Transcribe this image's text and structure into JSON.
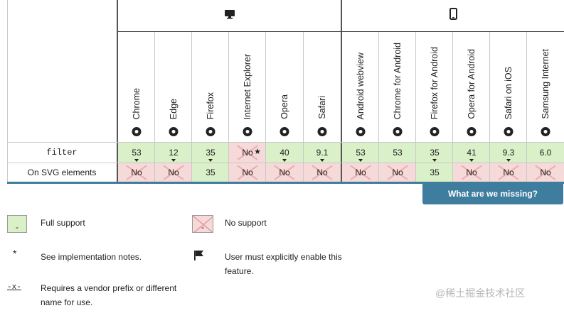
{
  "groups": [
    {
      "icon": "desktop-icon"
    },
    {
      "icon": "mobile-icon"
    }
  ],
  "browsers": [
    {
      "name": "Chrome",
      "icon": "chrome-icon"
    },
    {
      "name": "Edge",
      "icon": "edge-icon"
    },
    {
      "name": "Firefox",
      "icon": "firefox-icon"
    },
    {
      "name": "Internet Explorer",
      "icon": "ie-icon"
    },
    {
      "name": "Opera",
      "icon": "opera-icon"
    },
    {
      "name": "Safari",
      "icon": "safari-icon"
    },
    {
      "name": "Android webview",
      "icon": "android-icon"
    },
    {
      "name": "Chrome for Android",
      "icon": "chrome-icon"
    },
    {
      "name": "Firefox for Android",
      "icon": "firefox-icon"
    },
    {
      "name": "Opera for Android",
      "icon": "opera-icon"
    },
    {
      "name": "Safari on iOS",
      "icon": "safari-icon"
    },
    {
      "name": "Samsung Internet",
      "icon": "samsung-icon"
    }
  ],
  "rows": [
    {
      "label": "filter",
      "cells": [
        {
          "value": "53",
          "support": "yes",
          "note": false,
          "flag": true
        },
        {
          "value": "12",
          "support": "yes",
          "note": false,
          "flag": true
        },
        {
          "value": "35",
          "support": "yes",
          "note": false,
          "flag": true
        },
        {
          "value": "No",
          "support": "no",
          "note": true,
          "flag": false
        },
        {
          "value": "40",
          "support": "yes",
          "note": false,
          "flag": true
        },
        {
          "value": "9.1",
          "support": "yes",
          "note": false,
          "flag": true
        },
        {
          "value": "53",
          "support": "yes",
          "note": false,
          "flag": true
        },
        {
          "value": "53",
          "support": "yes",
          "note": false,
          "flag": false
        },
        {
          "value": "35",
          "support": "yes",
          "note": false,
          "flag": true
        },
        {
          "value": "41",
          "support": "yes",
          "note": false,
          "flag": true
        },
        {
          "value": "9.3",
          "support": "yes",
          "note": false,
          "flag": true
        },
        {
          "value": "6.0",
          "support": "yes",
          "note": false,
          "flag": false
        }
      ]
    },
    {
      "label": "On SVG elements",
      "cells": [
        {
          "value": "No",
          "support": "no",
          "note": false,
          "flag": false
        },
        {
          "value": "No",
          "support": "no",
          "note": false,
          "flag": false
        },
        {
          "value": "35",
          "support": "yes",
          "note": false,
          "flag": false
        },
        {
          "value": "No",
          "support": "no",
          "note": false,
          "flag": false
        },
        {
          "value": "No",
          "support": "no",
          "note": false,
          "flag": false
        },
        {
          "value": "No",
          "support": "no",
          "note": false,
          "flag": false
        },
        {
          "value": "No",
          "support": "no",
          "note": false,
          "flag": false
        },
        {
          "value": "No",
          "support": "no",
          "note": false,
          "flag": false
        },
        {
          "value": "35",
          "support": "yes",
          "note": false,
          "flag": false
        },
        {
          "value": "No",
          "support": "no",
          "note": false,
          "flag": false
        },
        {
          "value": "No",
          "support": "no",
          "note": false,
          "flag": false
        },
        {
          "value": "No",
          "support": "no",
          "note": false,
          "flag": false
        }
      ]
    }
  ],
  "missing_button": "What are we missing?",
  "legend": {
    "full_support_swatch": "-",
    "full_support": "Full support",
    "no_support_swatch": "-",
    "no_support": "No support",
    "notes_symbol": "*",
    "notes": "See implementation notes.",
    "flag_line1": "User must explicitly enable this",
    "flag_line2": "feature.",
    "prefix_symbol": "-x-",
    "prefix_line1": "Requires a vendor prefix or different",
    "prefix_line2": "name for use."
  },
  "watermark": "@稀土掘金技术社区",
  "colors": {
    "yes_bg": "#d9f0c8",
    "no_bg": "#f6d9d9",
    "accent": "#3f7d9e"
  }
}
